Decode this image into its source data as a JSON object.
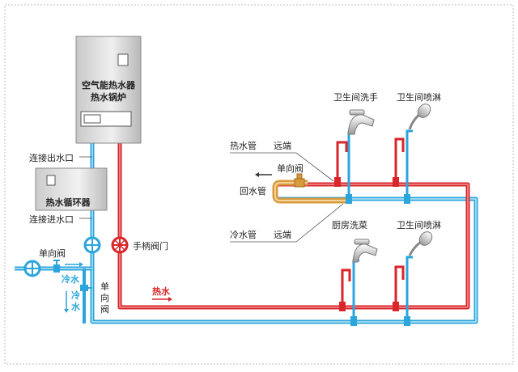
{
  "labels": {
    "heater_line1": "空气能热水器",
    "heater_line2": "热水锅炉",
    "outlet_conn": "连接出水口",
    "inlet_conn": "连接进水口",
    "pump": "热水循环器",
    "check_valve_left": "单向阀",
    "cold_water_h": "冷水",
    "cold_water_v1": "冷",
    "cold_water_v2": "水",
    "check_valve_v1": "单",
    "check_valve_v2": "向",
    "check_valve_v3": "阀",
    "hot_water": "热水",
    "handle_valve": "手柄阀门",
    "hot_pipe": "热水管",
    "far_end_hot": "远端",
    "check_valve_mid": "单向阀",
    "return_pipe": "回水管",
    "cold_pipe": "冷水管",
    "far_end_cold": "远端",
    "fixture_1": "卫生间洗手",
    "fixture_2": "卫生间喷淋",
    "fixture_3": "厨房洗菜",
    "fixture_4": "卫生间喷淋"
  },
  "colors": {
    "hot": "#d8262a",
    "cold": "#2ba5dc",
    "return": "#d99a3e",
    "label_line": "#555555",
    "text": "#222222"
  }
}
